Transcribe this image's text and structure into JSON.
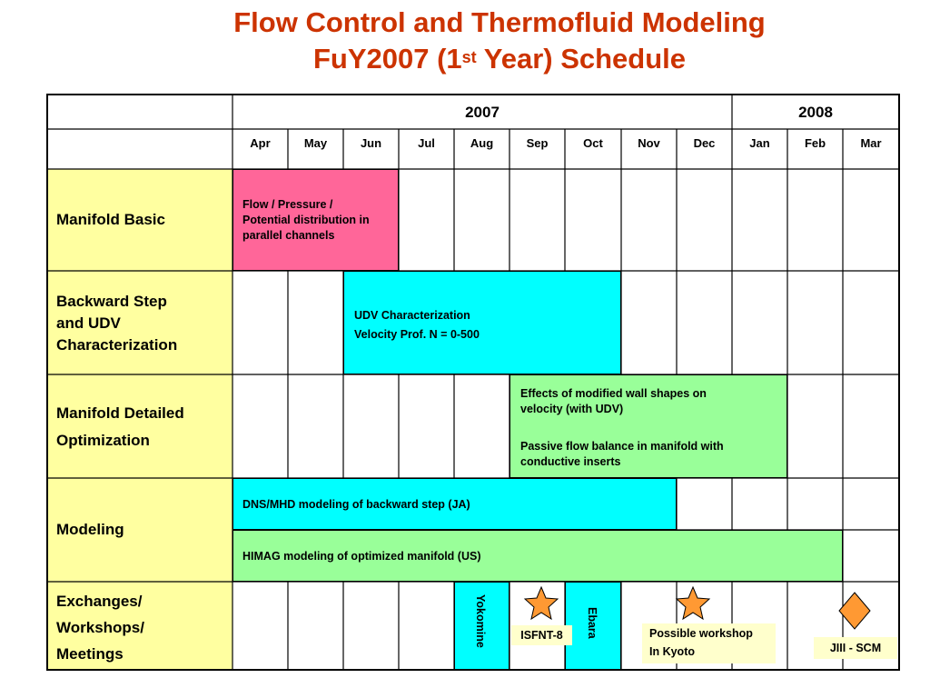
{
  "title_line1": "Flow Control and Thermofluid Modeling",
  "title_line2_pre": "FuY2007 (1",
  "title_line2_sup": "st",
  "title_line2_post": " Year) Schedule",
  "years": {
    "y2007": "2007",
    "y2008": "2008"
  },
  "months": [
    "Apr",
    "May",
    "Jun",
    "Jul",
    "Aug",
    "Sep",
    "Oct",
    "Nov",
    "Dec",
    "Jan",
    "Feb",
    "Mar"
  ],
  "rows": {
    "manifold_basic": "Manifold Basic",
    "backward_step": [
      "Backward Step",
      "and UDV",
      "Characterization"
    ],
    "manifold_detailed": [
      "Manifold Detailed",
      "Optimization"
    ],
    "modeling": "Modeling",
    "exchanges": [
      "Exchanges/",
      "Workshops/",
      "Meetings"
    ]
  },
  "tasks": {
    "flow_pressure": [
      "Flow / Pressure /",
      "Potential distribution in",
      "parallel channels"
    ],
    "udv": [
      "UDV Characterization",
      "Velocity Prof. N = 0-500"
    ],
    "effects": [
      "Effects of modified wall shapes on",
      "velocity (with UDV)"
    ],
    "passive": [
      "Passive flow balance in manifold with",
      "conductive inserts"
    ],
    "dns": "DNS/MHD modeling of backward step (JA)",
    "himag": "HIMAG modeling of optimized manifold (US)"
  },
  "events": {
    "yokomine": "Yokomine",
    "ebara": "Ebara",
    "isfnt": "ISFNT-8",
    "workshop": [
      "Possible workshop",
      "In Kyoto"
    ],
    "jiii": "JIII - SCM"
  },
  "colors": {
    "title": "#cc3300",
    "label_bg": "#ffffa0",
    "pink": "#ff6699",
    "cyan": "#00ffff",
    "green": "#99ff99",
    "star": "#ff9933",
    "callout": "#ffffcc"
  }
}
